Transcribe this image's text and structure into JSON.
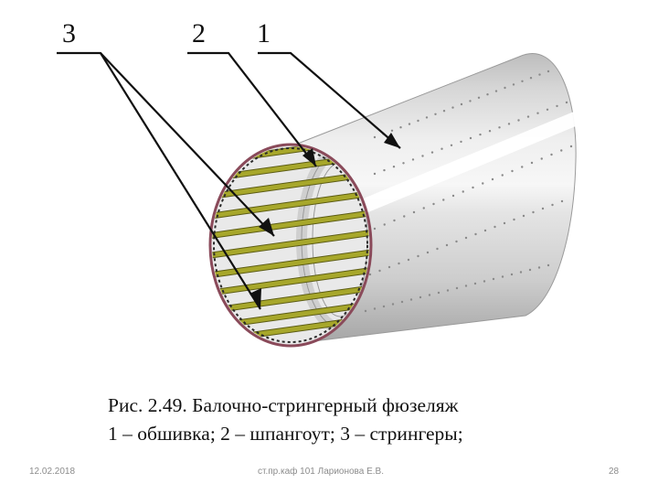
{
  "diagram": {
    "labels": {
      "stringers": "3",
      "frame": "2",
      "skin": "1"
    },
    "colors": {
      "skin_light": "#ececec",
      "skin_mid": "#d3d3d3",
      "skin_dark": "#9a9a9a",
      "stringer": "#a7a72b",
      "stringer_dark": "#5c5c14",
      "frame": "#c8c8c8",
      "rim": "#8a4a5a",
      "arrow": "#111111"
    }
  },
  "caption": {
    "line1": "Рис. 2.49. Балочно-стрингерный фюзеляж",
    "line2": "1 – обшивка; 2 – шпангоут; 3 – стрингеры;"
  },
  "footer": {
    "date": "12.02.2018",
    "author": "ст.пр.каф 101 Ларионова Е.В.",
    "page": "28"
  }
}
